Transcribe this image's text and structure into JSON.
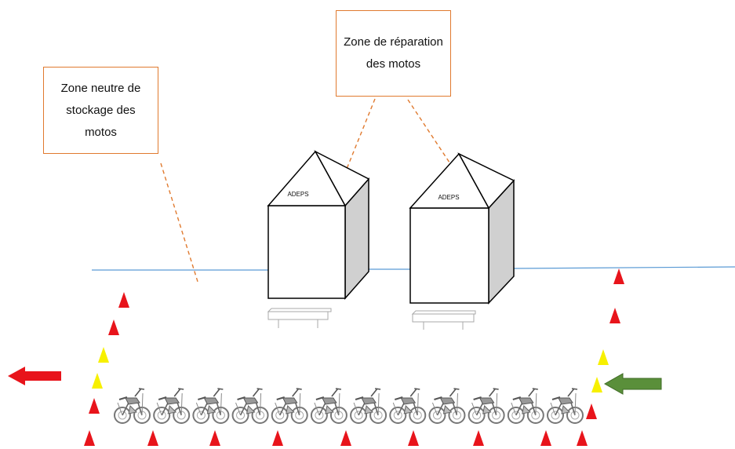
{
  "callouts": {
    "storage_zone": "Zone neutre de stockage des motos",
    "repair_zone": "Zone de réparation des motos"
  },
  "tents": [
    {
      "label": "ADEPS"
    },
    {
      "label": "ADEPS"
    }
  ],
  "motorcycle_count": 12,
  "arrows": {
    "exit": {
      "direction": "left",
      "color": "#e8141b"
    },
    "entry": {
      "direction": "left",
      "color": "#5a8f3a"
    }
  },
  "colors": {
    "callout_border": "#e07a2f",
    "boundary_line": "#5b9bd5",
    "cone_red": "#e8141b",
    "cone_yellow": "#f7f000",
    "tent_side": "#d0d0d0"
  }
}
